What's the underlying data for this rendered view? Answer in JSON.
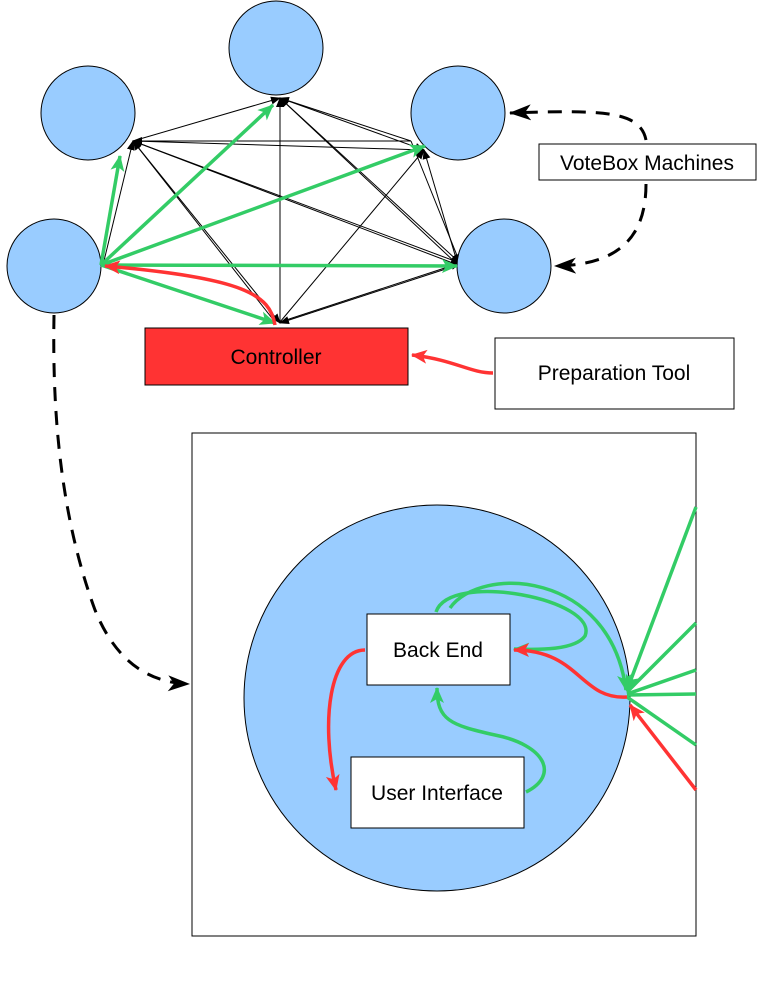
{
  "labels": {
    "votebox_machines": "VoteBox Machines",
    "controller": "Controller",
    "preparation_tool": "Preparation Tool",
    "back_end": "Back End",
    "user_interface": "User Interface"
  },
  "colors": {
    "node_fill": "#99ccff",
    "controller_fill": "#ff3333",
    "green_arrow": "#33cc66",
    "red_arrow": "#ff3333",
    "black_line": "#000000"
  }
}
